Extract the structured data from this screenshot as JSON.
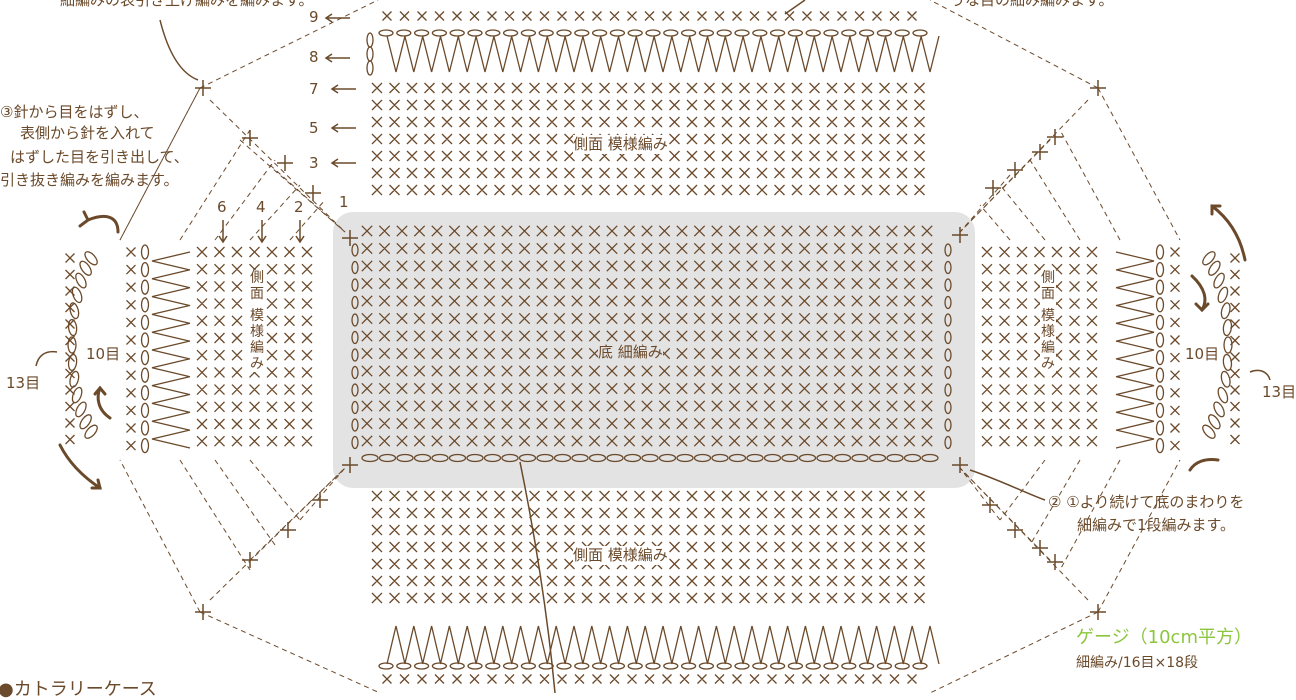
{
  "colors": {
    "stitch": "#6b4a2b",
    "base_fill": "#e3e3e3",
    "gauge_title": "#8cc63f",
    "background": "#ffffff"
  },
  "notes": {
    "top_left_partial": "細編みの表引き上げ編みを編みます。",
    "top_right_partial": "うな目の細み編みます。",
    "left_slip": [
      "③針から目をはずし、",
      "表側から針を入れて",
      "はずした目を引き出して、",
      "引き抜き編みを編みます。"
    ],
    "bottom_right": [
      "② ①より続けて底のまわりを",
      "細編みで1段編みます。"
    ]
  },
  "sections": {
    "top_side": "側面 模様編み",
    "bottom_side": "側面 模様編み",
    "base": "底 細編み",
    "left_side": [
      "側",
      "面",
      "模",
      "様",
      "編",
      "み"
    ],
    "right_side": [
      "側",
      "面",
      "模",
      "様",
      "編",
      "み"
    ]
  },
  "row_markers": [
    "9",
    "8",
    "7",
    "5",
    "3",
    "1"
  ],
  "left_row_numbers": [
    "6",
    "4",
    "2"
  ],
  "handle_counts": {
    "left_inner": "10目",
    "left_outer": "13目",
    "right_inner": "10目",
    "right_outer": "13目"
  },
  "gauge": {
    "title": "ゲージ（10cm平方）",
    "value": "細編み/16目×18段"
  },
  "footer_partial": "●カトラリーケース"
}
